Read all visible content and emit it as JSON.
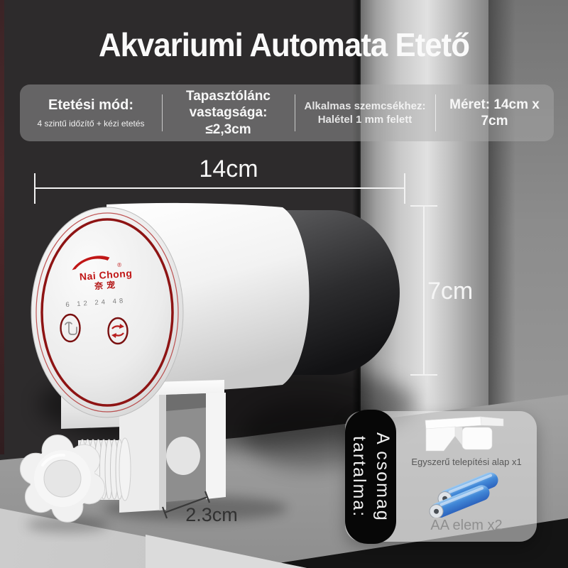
{
  "title": "Akvariumi Automata Etető",
  "spec_bar": {
    "items": [
      {
        "title": "Etetési mód:",
        "subtitle": "4 szintű időzítő + kézi etetés"
      },
      {
        "title": "Tapasztólánc vastagsága: ≤2,3cm",
        "subtitle": ""
      },
      {
        "title": "Alkalmas szemcsékhez: Halétel 1 mm felett",
        "subtitle": ""
      },
      {
        "title": "Méret: 14cm x 7cm",
        "subtitle": ""
      }
    ]
  },
  "dimensions": {
    "width_label": "14cm",
    "height_label": "7cm",
    "clamp_label": "2.3cm"
  },
  "device": {
    "brand": "Nai Chong",
    "brand_cn": "奈宠",
    "registered_mark": "®",
    "timer_scale": "6 12 24 48"
  },
  "package_panel": {
    "title_line1": "A csomag",
    "title_line2": "tartalma:",
    "items": [
      {
        "label": "Egyszerű telepítési alap x1",
        "icon": "mounting-base-icon"
      },
      {
        "label": "AA elem x2",
        "icon": "aa-batteries-icon"
      }
    ]
  },
  "colors": {
    "accent_red": "#b01616",
    "battery_blue": "#3f85d6",
    "backdrop": "#2d2b2c",
    "panel_black": "#070707",
    "silver": "#d9d9d9"
  }
}
